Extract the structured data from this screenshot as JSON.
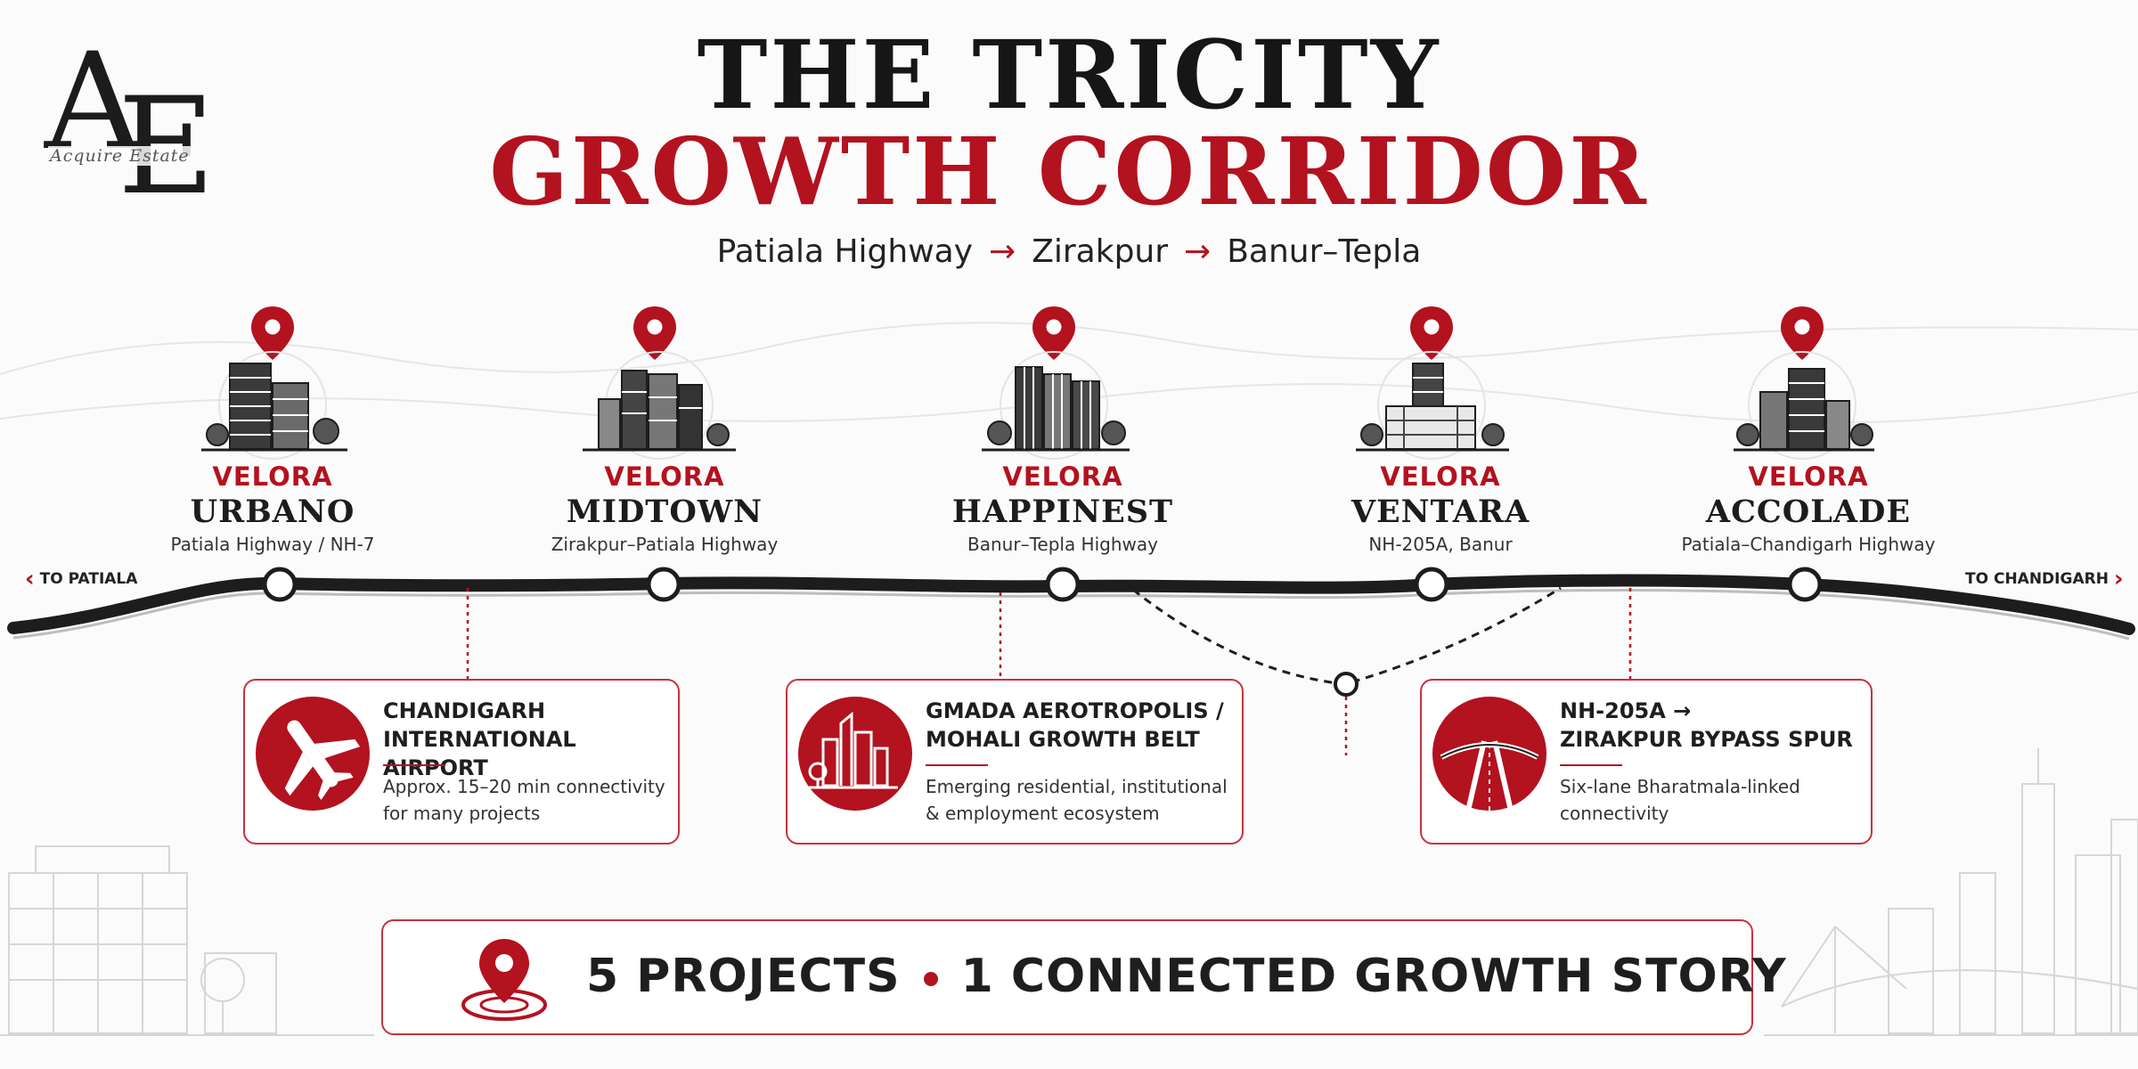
{
  "brand": {
    "logo_letters": "AE",
    "logo_script": "Acquire Estate"
  },
  "header": {
    "title_line_1": "THE TRICITY",
    "title_line_2": "GROWTH CORRIDOR",
    "route": [
      "Patiala Highway",
      "Zirakpur",
      "Banur–Tepla"
    ],
    "route_separator": "→"
  },
  "road": {
    "left_label": "TO PATIALA",
    "right_label": "TO CHANDIGARH"
  },
  "projects": [
    {
      "brand": "VELORA",
      "name": "URBANO",
      "location": "Patiala Highway / NH-7"
    },
    {
      "brand": "VELORA",
      "name": "MIDTOWN",
      "location": "Zirakpur–Patiala Highway"
    },
    {
      "brand": "VELORA",
      "name": "HAPPINEST",
      "location": "Banur–Tepla Highway"
    },
    {
      "brand": "VELORA",
      "name": "VENTARA",
      "location": "NH-205A, Banur"
    },
    {
      "brand": "VELORA",
      "name": "ACCOLADE",
      "location": "Patiala–Chandigarh Highway"
    }
  ],
  "cards": [
    {
      "title_1": "CHANDIGARH",
      "title_2": "INTERNATIONAL AIRPORT",
      "desc_1": "Approx. 15–20 min connectivity",
      "desc_2": "for many projects",
      "icon": "airplane-icon"
    },
    {
      "title_1": "GMADA AEROTROPOLIS /",
      "title_2": "MOHALI GROWTH BELT",
      "desc_1": "Emerging residential, institutional",
      "desc_2": "& employment ecosystem",
      "icon": "city-skyline-icon"
    },
    {
      "title_1": "NH-205A →",
      "title_2": "ZIRAKPUR BYPASS SPUR",
      "desc_1": "Six-lane Bharatmala-linked",
      "desc_2": "connectivity",
      "icon": "highway-interchange-icon"
    }
  ],
  "banner": {
    "left_text": "5 PROJECTS",
    "right_text": "1 CONNECTED GROWTH STORY"
  },
  "colors": {
    "accent": "#b3121f",
    "ink": "#1c1c1c",
    "background": "#fbfbfb"
  }
}
